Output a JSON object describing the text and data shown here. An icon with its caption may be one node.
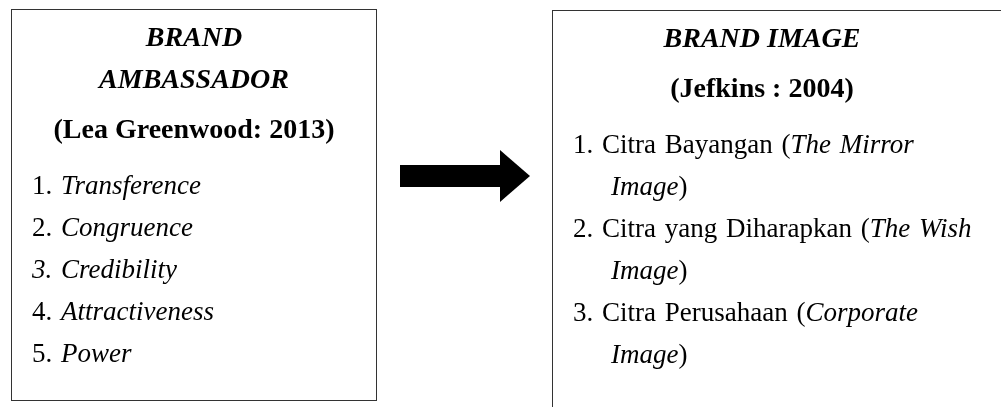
{
  "diagram": {
    "nodes": [
      {
        "text": [
          "BRAND AMBASSADOR",
          "(Lea Greenwood: 2013)",
          "1. *Transference*",
          "2. *Congruence*",
          "*3. Credibility*",
          "4. *Attractiveness*",
          "5. *Power*"
        ]
      },
      {
        "text": [
          "BRAND IMAGE",
          "(Jefkins : 2004)",
          "1. Citra Bayangan (*The Mirror Image*)",
          "2. Citra yang Diharapkan (*The Wish Image*)",
          "3. Citra Perusahaan (*Corporate Image*)"
        ]
      }
    ],
    "edges": [
      {
        "from": 0,
        "to": 1,
        "arrow": "to"
      }
    ]
  }
}
